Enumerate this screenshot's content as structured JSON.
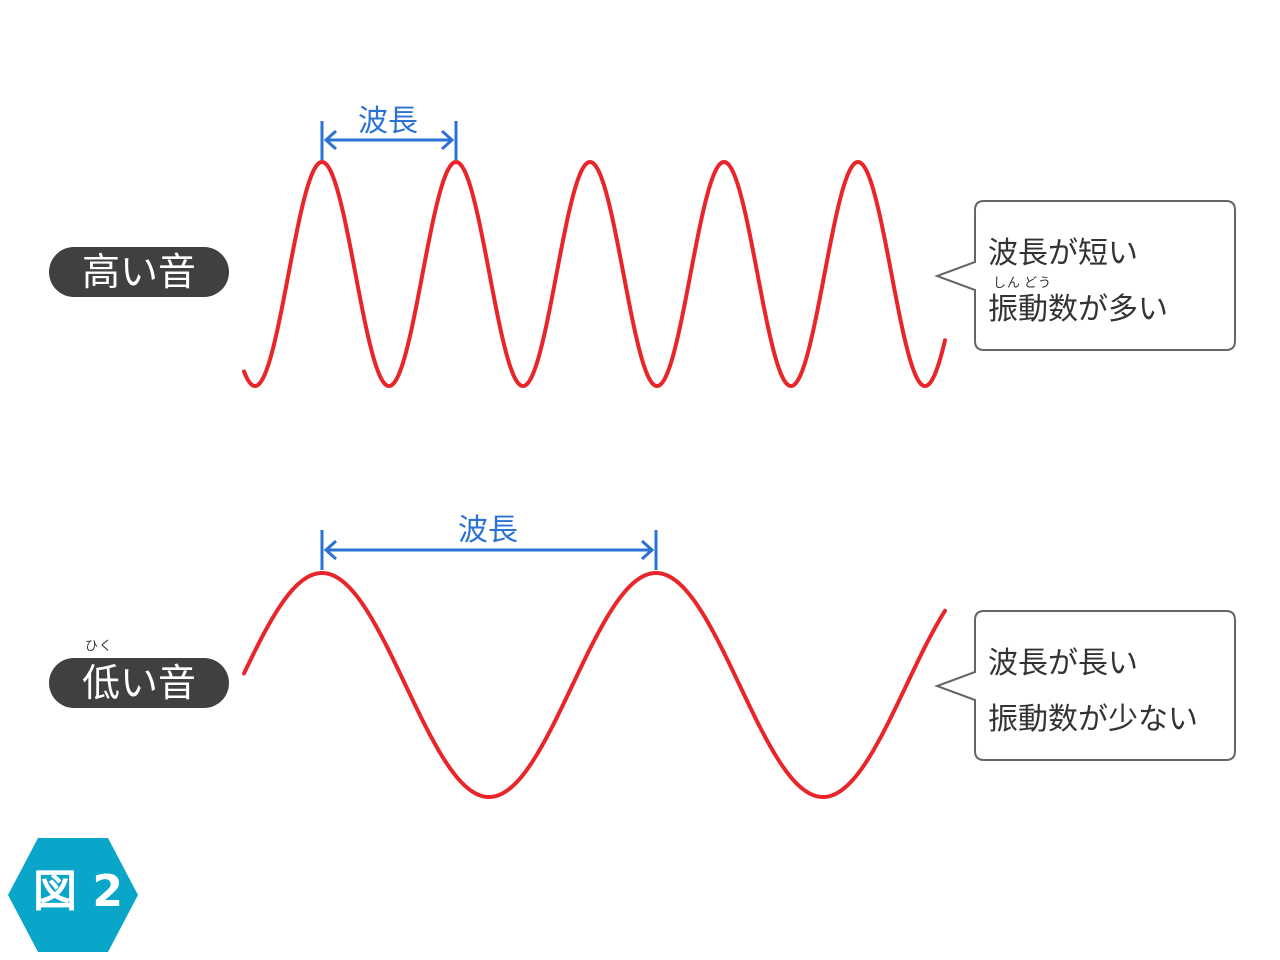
{
  "high_sound": {
    "label": "高い音",
    "wavelength_label": "波長",
    "callout_line1": "波長が短い",
    "callout_line2": "振動数が多い",
    "ruby_shin": "しん",
    "ruby_dou": "どう"
  },
  "low_sound": {
    "label": "低い音",
    "label_ruby": "ひく",
    "wavelength_label": "波長",
    "callout_line1": "波長が長い",
    "callout_line2": "振動数が少ない"
  },
  "figure_label": "図 2",
  "colors": {
    "wave": "#e8262a",
    "arrow": "#2a72d4",
    "pill": "#404040",
    "badge": "#0aa6c9",
    "callout_border": "#666666"
  }
}
